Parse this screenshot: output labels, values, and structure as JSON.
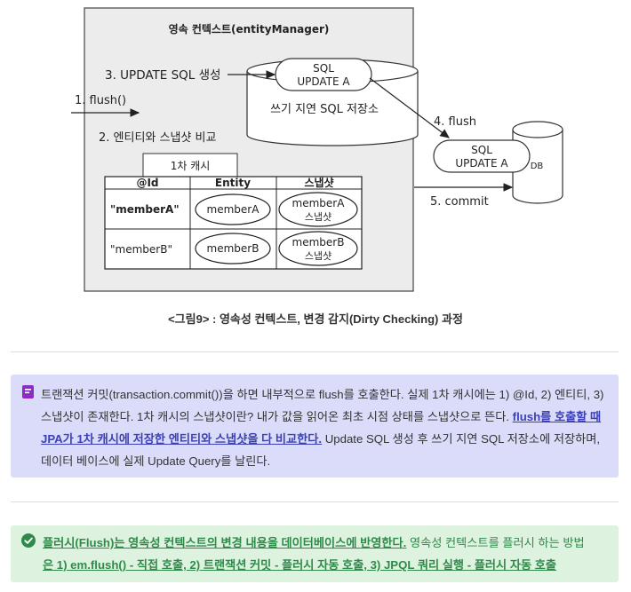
{
  "diagram": {
    "context_title": "영속 컨텍스트(entityManager)",
    "step_update": "3. UPDATE SQL 생성",
    "step_flush": "1. flush()",
    "step_compare": "2. 엔티티와 스냅샷 비교",
    "write_store_label": "쓰기 지연 SQL 저장소",
    "sql_label": "SQL",
    "update_a_label": "UPDATE A",
    "flush_arrow_label": "4. flush",
    "commit_arrow_label": "5. commit",
    "db_label": "DB",
    "cache_label": "1차 캐시",
    "table_headers": [
      "@Id",
      "Entity",
      "스냅샷"
    ],
    "rows": [
      {
        "id": "\"memberA\"",
        "entity": "memberA",
        "snapshot_name": "memberA",
        "snapshot_suffix": "스냅샷"
      },
      {
        "id": "\"memberB\"",
        "entity": "memberB",
        "snapshot_name": "memberB",
        "snapshot_suffix": "스냅샷"
      }
    ]
  },
  "caption": "<그림9> : 영속성 컨텍스트, 변경 감지(Dirty Checking) 과정",
  "note": {
    "icon": "note-icon",
    "text_1": "트랜잭션 커밋(transaction.commit())을 하면 내부적으로 flush를 호출한다. 실제 1차 캐시에는 1) @Id, 2) 엔티티, 3) 스냅샷이 존재한다. 1차 캐시의 스냅샷이란? 내가 값을 읽어온 최초 시점 상태를 스냅샷으로 뜬다. ",
    "link": "flush를 호출할 때 JPA가 1차 캐시에 저장한 엔티티와 스냅샷을 다 비교한다.",
    "text_2": " Update SQL 생성 후 쓰기 지연 SQL 저장소에 저장하며, 데이터 베이스에 실제 Update Query를 날린다."
  },
  "tip": {
    "icon": "check-circle-icon",
    "link": "플러시(Flush)는 영속성 컨텍스트의 변경 내용을 데이터베이스에 반영한다.",
    "text_1": " 영속성 컨텍스트를 플러시 하는 방법",
    "link_2": "은 1) em.flush() - 직접 호출, 2) 트랜잭션 커밋 - 플러시 자동 호출, 3) JPQL 쿼리 실행 - 플러시 자동 호출"
  },
  "colors": {
    "note_bg": "#dadcf9",
    "note_accent": "#8e2bc8",
    "tip_bg": "#ddf3e0",
    "tip_accent": "#2f8a4a"
  }
}
